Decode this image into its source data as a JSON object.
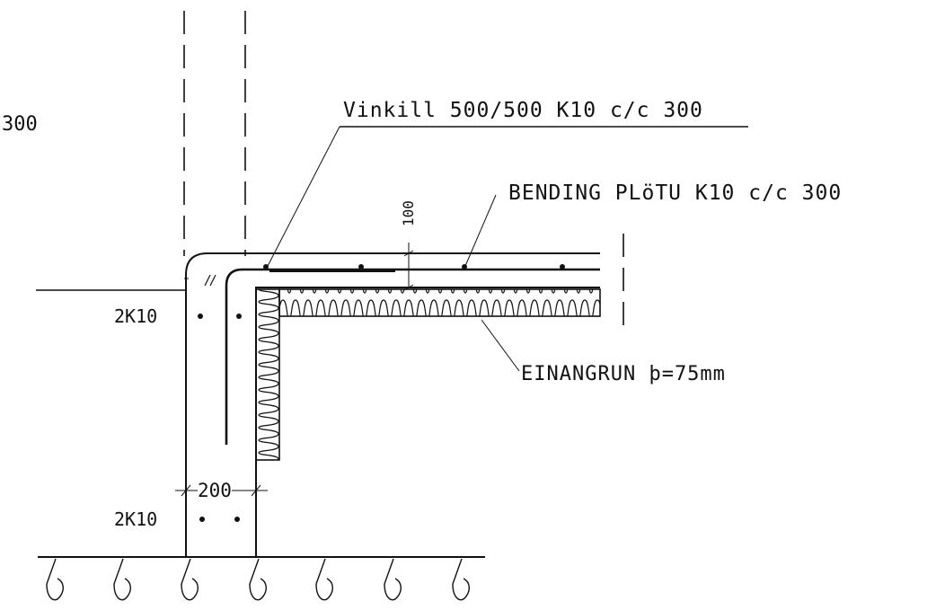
{
  "labels": {
    "spacing_left": "300",
    "vinkill": "Vinkill 500/500 K10 c/c 300",
    "bending": "BENDING PLöTU K10 c/c 300",
    "dim_100": "100",
    "bars_upper": "2K10",
    "bars_lower": "2K10",
    "dim_200": "200",
    "einangrun": "EINANGRUN þ=75mm"
  },
  "colors": {
    "line": "#111111",
    "background": "#ffffff"
  }
}
